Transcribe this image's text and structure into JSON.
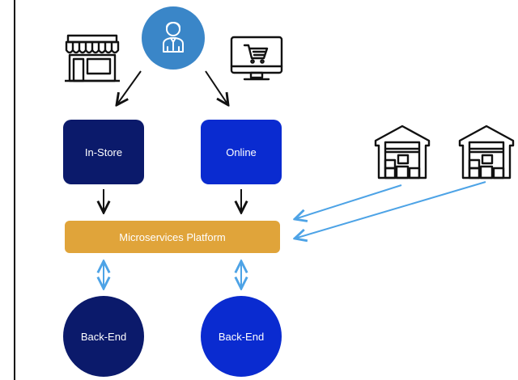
{
  "nodes": {
    "in_store": "In-Store",
    "online": "Online",
    "platform": "Microservices Platform",
    "backend_left": "Back-End",
    "backend_right": "Back-End"
  },
  "icons": [
    "customer-icon",
    "store-icon",
    "online-shop-icon",
    "warehouse-icon",
    "warehouse-icon"
  ],
  "colors": {
    "customer": "#3a86c8",
    "in_store": "#0b1a6b",
    "online": "#0a2bd0",
    "platform": "#e0a43a",
    "backend_left": "#0b1a6b",
    "backend_right": "#0a2bd0",
    "arrow_black": "#111111",
    "arrow_blue": "#4da3e6"
  }
}
